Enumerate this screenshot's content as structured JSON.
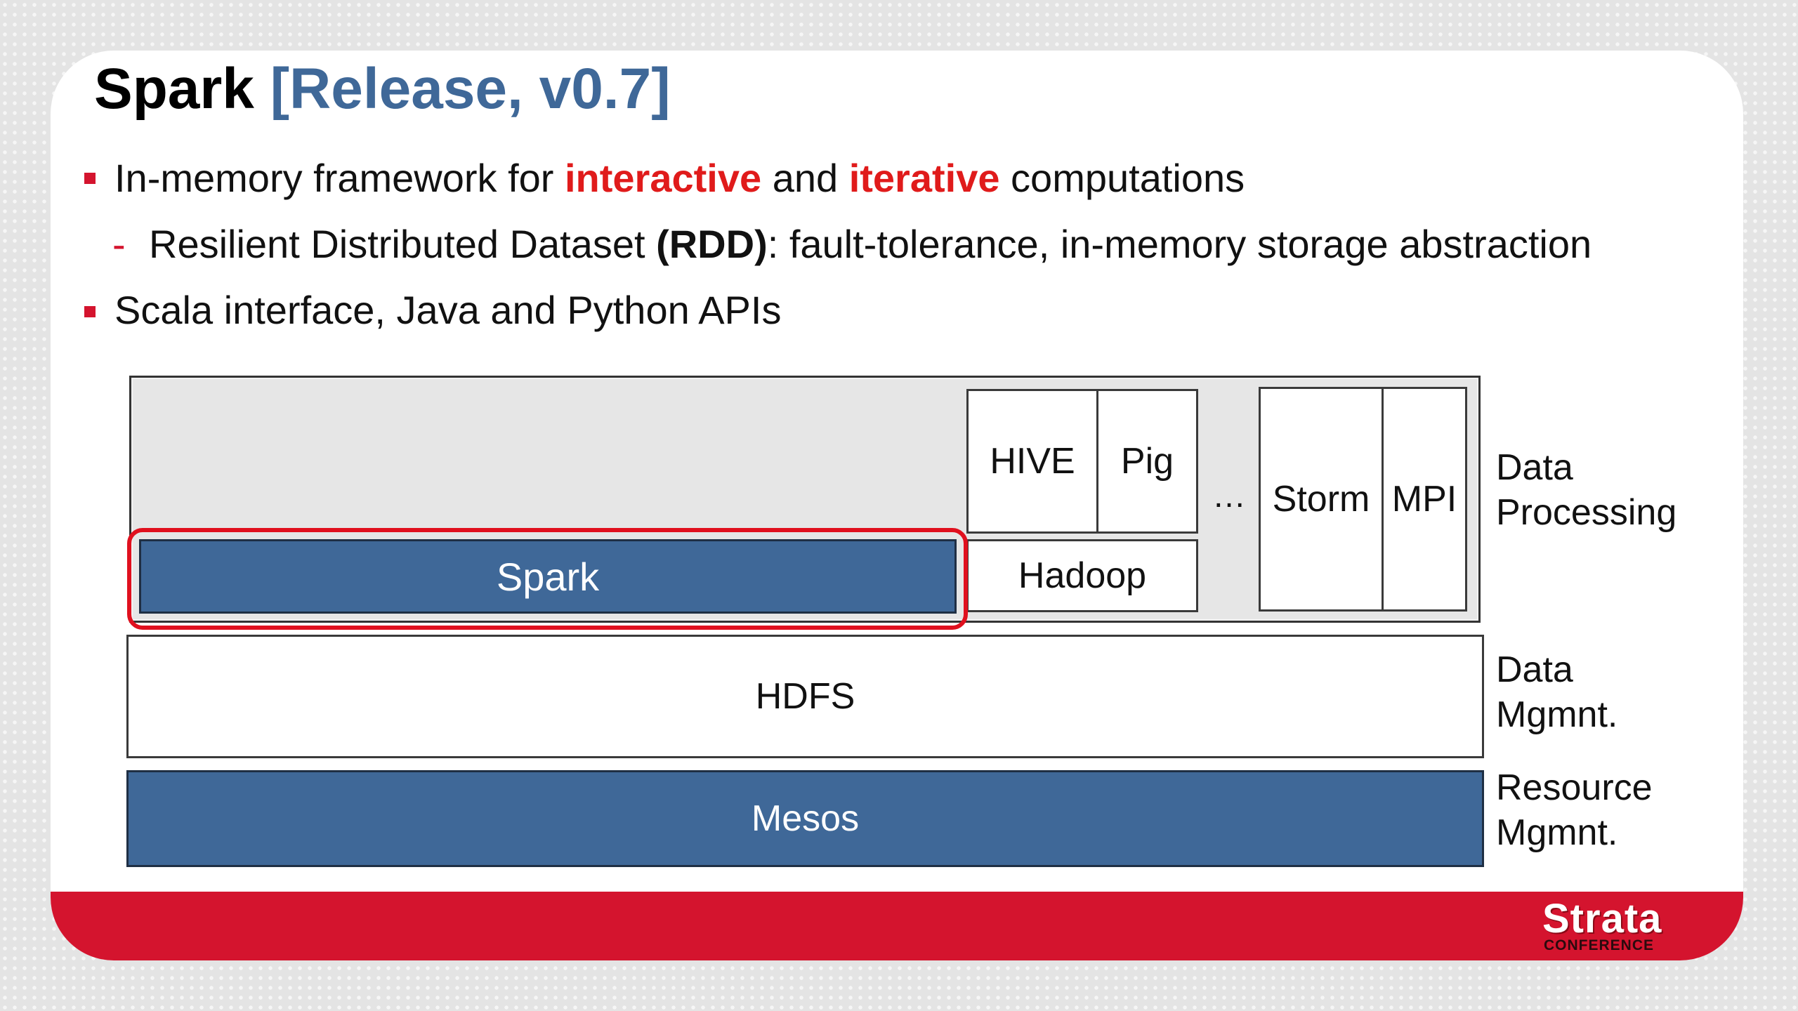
{
  "slide": {
    "title_main": "Spark",
    "title_accent": "[Release, v0.7]",
    "bullets": [
      {
        "pre": "In-memory framework for ",
        "hl1": "interactive",
        "mid": " and ",
        "hl2": "iterative",
        "post": " computations"
      },
      {
        "dash": "-",
        "pre": "Resilient Distributed Dataset ",
        "bold": "(RDD)",
        "post": ": fault-tolerance, in-memory storage abstraction"
      },
      {
        "text": "Scala interface, Java and Python APIs"
      }
    ]
  },
  "diagram": {
    "boxes": {
      "spark": "Spark",
      "hive": "HIVE",
      "pig": "Pig",
      "hadoop": "Hadoop",
      "ellipsis": "…",
      "storm": "Storm",
      "mpi": "MPI",
      "hdfs": "HDFS",
      "mesos": "Mesos"
    },
    "layers": {
      "processing": [
        "Data",
        "Processing"
      ],
      "data_mgmt": [
        "Data",
        "Mgmnt."
      ],
      "resource_mgmt": [
        "Resource",
        "Mgmnt."
      ]
    }
  },
  "footer": {
    "logo_main": "Strata",
    "logo_sub": "CONFERENCE"
  },
  "colors": {
    "accent_blue": "#3f6898",
    "brand_red": "#d4142e",
    "highlight_red": "#e01b1b"
  }
}
